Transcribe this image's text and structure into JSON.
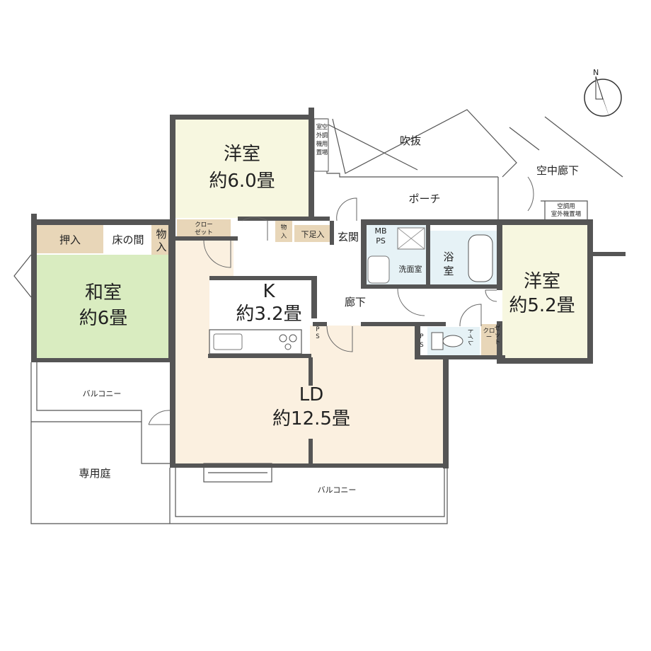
{
  "colors": {
    "western_room": "#f7f7e0",
    "japanese_room": "#d9ecc0",
    "ld": "#fbf0e0",
    "storage": "#e8d6b8",
    "bath": "#e6f2f6",
    "wall": "#555555",
    "compass": "#333333"
  },
  "icons": {
    "compass": "north-arrow-icon",
    "stove": "stove-icon",
    "bathtub": "bathtub-icon",
    "toilet": "toilet-icon",
    "sink": "sink-icon"
  },
  "rooms": {
    "western1": {
      "name": "洋室",
      "size": "約6.0畳"
    },
    "western2": {
      "name": "洋室",
      "size": "約5.2畳"
    },
    "japanese": {
      "name": "和室",
      "size": "約6畳"
    },
    "kitchen": {
      "name": "K",
      "size": "約3.2畳"
    },
    "ld": {
      "name": "LD",
      "size": "約12.5畳"
    },
    "oshiire": "押入",
    "tokonoma": "床の間",
    "mono1": [
      "物",
      "入"
    ],
    "mono2": [
      "物",
      "入"
    ],
    "closet1": [
      "クロー",
      "ゼット"
    ],
    "closet2": [
      "クロ",
      "ー",
      "ゼ",
      "ッ",
      "ト"
    ],
    "shoebox": "下足入",
    "genkan": "玄関",
    "mbps": [
      "MB",
      "PS"
    ],
    "washroom": "洗面室",
    "bath": [
      "浴",
      "室"
    ],
    "hallway": "廊下",
    "toilet": "トイレ",
    "ps1": [
      "P",
      "S"
    ],
    "ps2": [
      "P",
      "S"
    ]
  },
  "exterior": {
    "fukinuke": "吹抜",
    "porch": "ポーチ",
    "corridor": "空中廊下",
    "ac_space1": [
      "室",
      "外",
      "空",
      "機",
      "調",
      "置",
      "用",
      "場"
    ],
    "ac_space2": [
      "空調用",
      "室外機置場"
    ],
    "balcony1": "バルコニー",
    "balcony2": "バルコニー",
    "garden": "専用庭"
  },
  "compass": {
    "label": "N"
  }
}
